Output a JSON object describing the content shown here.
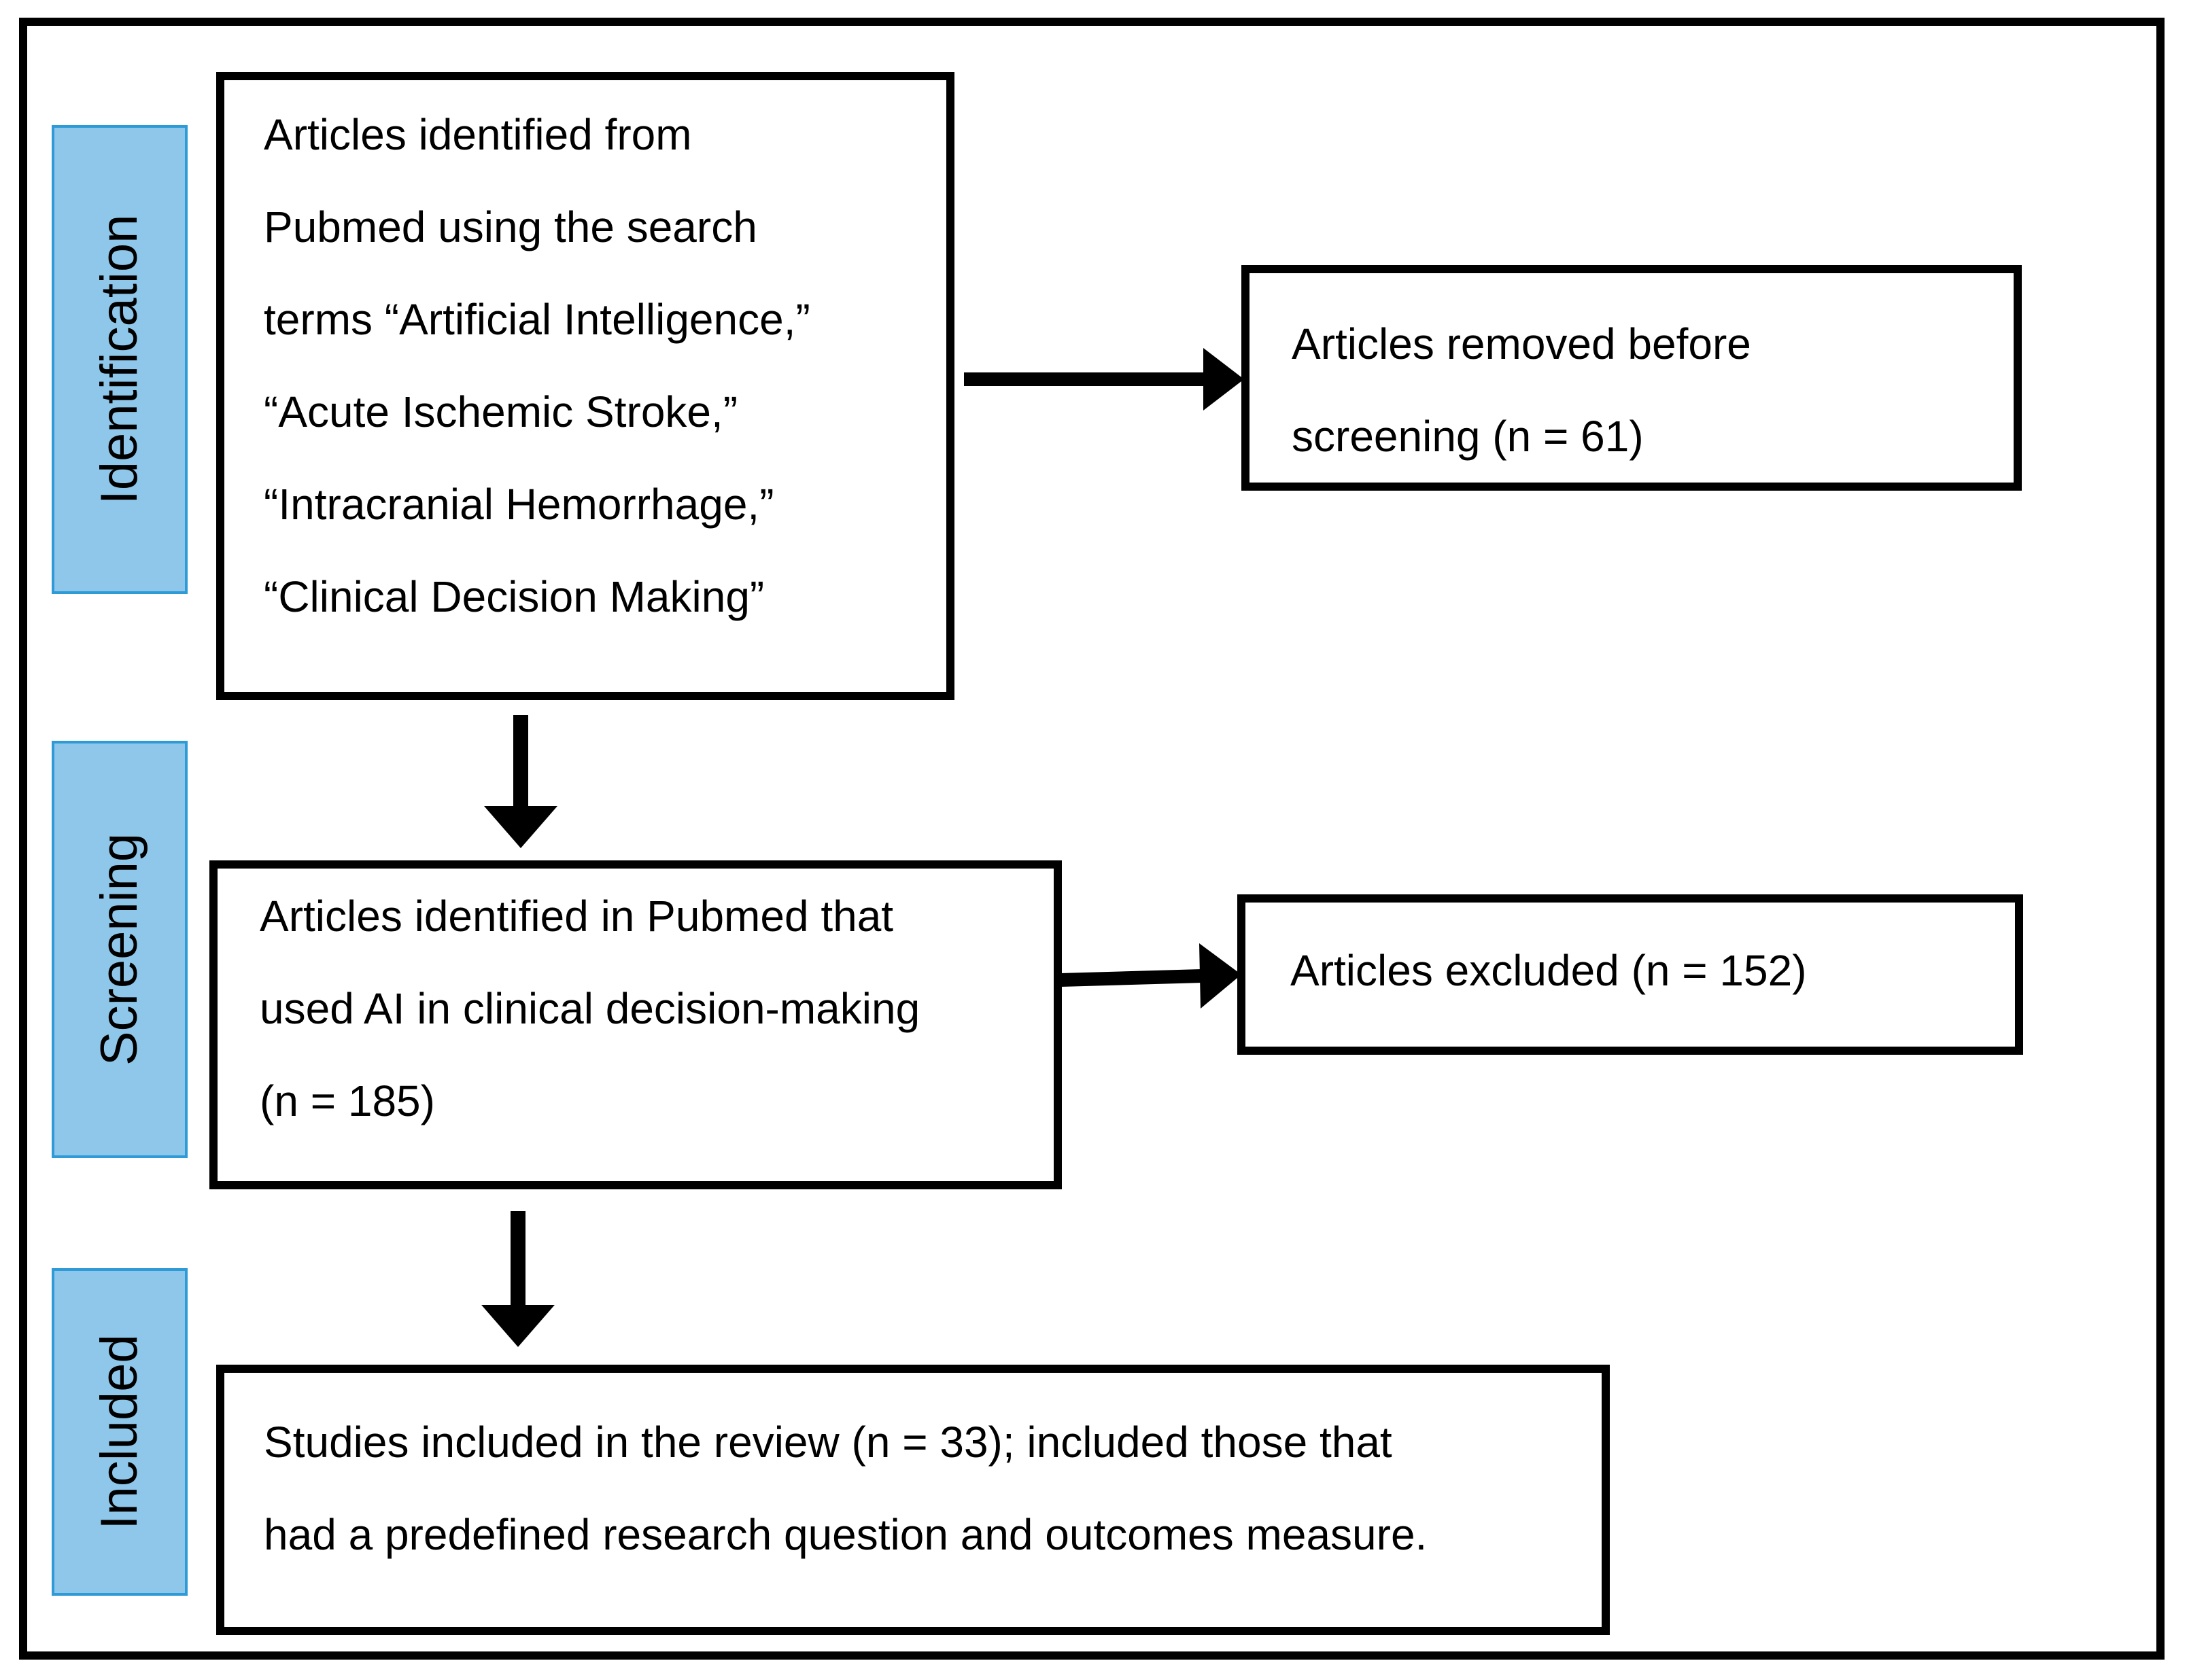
{
  "stages": {
    "identification": "Identification",
    "screening": "Screening",
    "included": "Included"
  },
  "boxes": {
    "identified": {
      "lines": [
        "Articles identified from",
        "Pubmed using the search",
        "terms “Artificial Intelligence,”",
        "“Acute Ischemic Stroke,”",
        "“Intracranial Hemorrhage,”",
        "“Clinical Decision Making”"
      ]
    },
    "removed": {
      "lines": [
        "Articles removed before",
        "screening (n = 61)"
      ]
    },
    "screened": {
      "lines": [
        "Articles identified in Pubmed that",
        "used AI in clinical decision-making",
        "(n = 185)"
      ]
    },
    "excluded": {
      "lines": [
        "Articles excluded (n = 152)"
      ]
    },
    "included": {
      "lines": [
        "Studies included in the review (n = 33); included those that",
        "had a predefined research question and outcomes measure."
      ]
    }
  },
  "colors": {
    "stage_fill": "#8fc7ea",
    "stage_border": "#2e9bd6",
    "box_border": "#000000",
    "arrow": "#000000"
  }
}
